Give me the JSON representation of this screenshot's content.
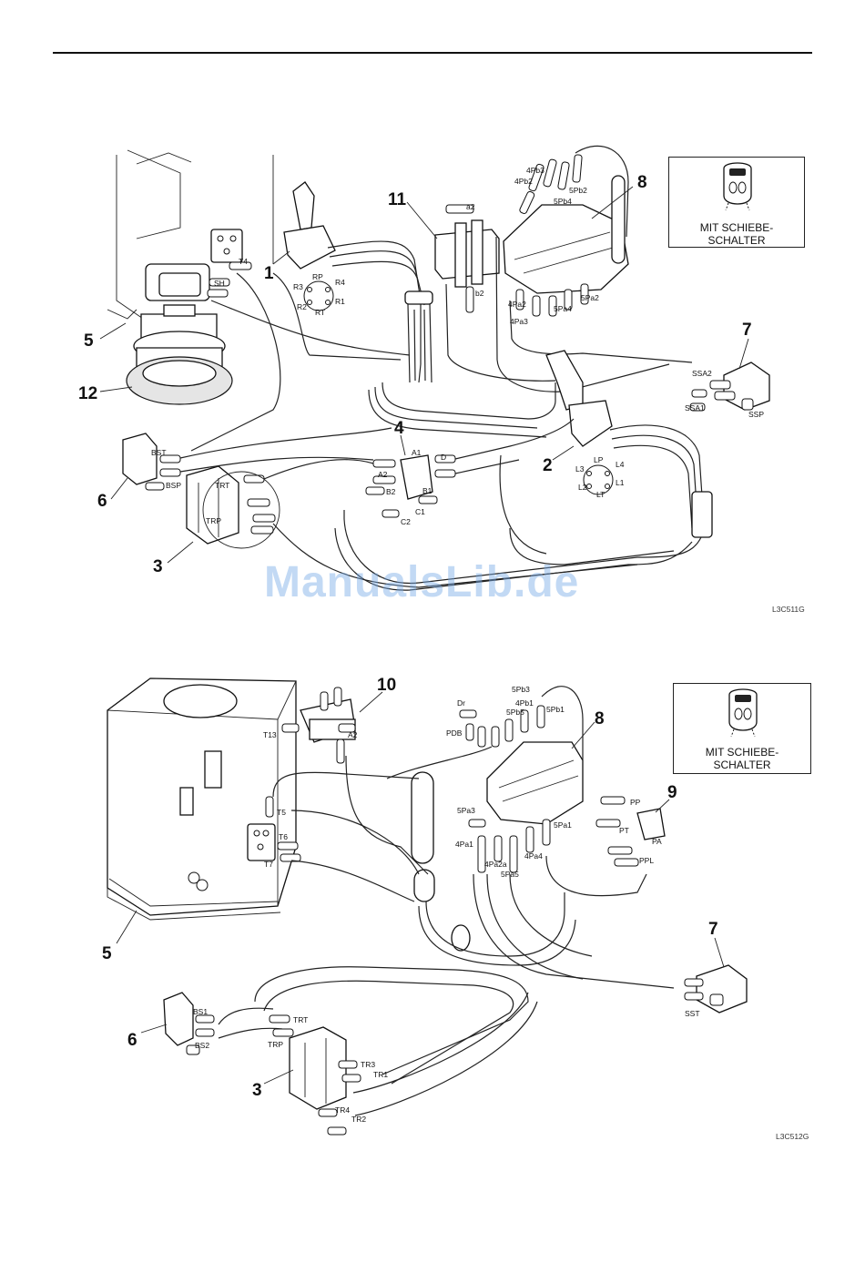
{
  "top": {
    "callouts": [
      "1",
      "11",
      "8",
      "5",
      "12",
      "7",
      "4",
      "2",
      "6",
      "3"
    ],
    "labels": [
      "4Pb3",
      "4Pb2",
      "5Pb4",
      "5Pb2",
      "4Pa2",
      "5Pa4",
      "5Pa2",
      "4Pa3",
      "a2",
      "b2",
      "T4",
      "SH",
      "RP",
      "R3",
      "R4",
      "R2",
      "R1",
      "RT",
      "SSA2",
      "SSA1",
      "SSP",
      "BST",
      "BSP",
      "TRT",
      "TRP",
      "A1",
      "D",
      "A2",
      "B2",
      "B1",
      "C1",
      "C2",
      "LP",
      "L3",
      "L4",
      "L2",
      "L1",
      "LT"
    ],
    "inset": {
      "line1": "MIT SCHIEBE-",
      "line2": "SCHALTER"
    },
    "ref": "L3C511G"
  },
  "bottom": {
    "callouts": [
      "10",
      "8",
      "9",
      "5",
      "7",
      "6",
      "3"
    ],
    "labels": [
      "T13",
      "A2",
      "Dr",
      "PDB",
      "4Pb1",
      "5Pb3",
      "5Pb5",
      "5Pb1",
      "T5",
      "T6",
      "T7",
      "5Pa3",
      "5Pa1",
      "PP",
      "PT",
      "PA",
      "PPL",
      "4Pa1",
      "4Pa2a",
      "4Pa4",
      "5Pa5",
      "BS1",
      "BS2",
      "TRT",
      "TRP",
      "TR3",
      "TR1",
      "TR4",
      "TR2",
      "SST"
    ],
    "inset": {
      "line1": "MIT SCHIEBE-",
      "line2": "SCHALTER"
    },
    "ref": "L3C512G"
  },
  "watermark": "ManualsLib.de",
  "colors": {
    "ink": "#111111",
    "watermark": "#78aae6"
  }
}
